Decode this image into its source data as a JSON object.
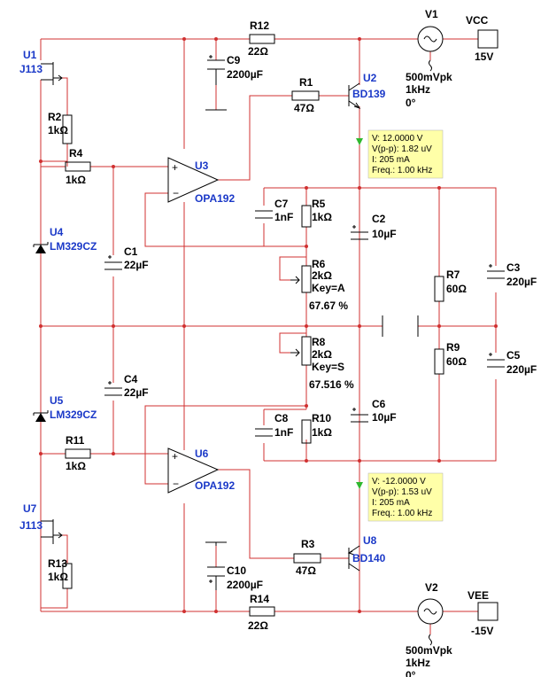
{
  "components": {
    "u1": {
      "ref": "U1",
      "part": "J113"
    },
    "r2": {
      "ref": "R2",
      "value": "1kΩ"
    },
    "r4": {
      "ref": "R4",
      "value": "1kΩ"
    },
    "u4": {
      "ref": "U4",
      "part": "LM329CZ"
    },
    "c1": {
      "ref": "C1",
      "value": "22µF"
    },
    "u3": {
      "ref": "U3",
      "part": "OPA192"
    },
    "r12": {
      "ref": "R12",
      "value": "22Ω"
    },
    "c9": {
      "ref": "C9",
      "value": "2200µF"
    },
    "r1": {
      "ref": "R1",
      "value": "47Ω"
    },
    "u2": {
      "ref": "U2",
      "part": "BD139"
    },
    "v1": {
      "ref": "V1",
      "amplitude": "500mVpk",
      "freq": "1kHz",
      "phase": "0°"
    },
    "vcc": {
      "label": "VCC",
      "value": "15V"
    },
    "c7": {
      "ref": "C7",
      "value": "1nF"
    },
    "r5": {
      "ref": "R5",
      "value": "1kΩ"
    },
    "c2": {
      "ref": "C2",
      "value": "10µF"
    },
    "r6": {
      "ref": "R6",
      "value": "2kΩ",
      "key": "Key=A",
      "percent": "67.67 %"
    },
    "r7": {
      "ref": "R7",
      "value": "60Ω"
    },
    "c3": {
      "ref": "C3",
      "value": "220µF"
    },
    "r8": {
      "ref": "R8",
      "value": "2kΩ",
      "key": "Key=S",
      "percent": "67.516 %"
    },
    "r9": {
      "ref": "R9",
      "value": "60Ω"
    },
    "c5": {
      "ref": "C5",
      "value": "220µF"
    },
    "u5": {
      "ref": "U5",
      "part": "LM329CZ"
    },
    "c4": {
      "ref": "C4",
      "value": "22µF"
    },
    "c6": {
      "ref": "C6",
      "value": "10µF"
    },
    "c8": {
      "ref": "C8",
      "value": "1nF"
    },
    "r10": {
      "ref": "R10",
      "value": "1kΩ"
    },
    "r11": {
      "ref": "R11",
      "value": "1kΩ"
    },
    "u6": {
      "ref": "U6",
      "part": "OPA192"
    },
    "u7": {
      "ref": "U7",
      "part": "J113"
    },
    "r13": {
      "ref": "R13",
      "value": "1kΩ"
    },
    "c10": {
      "ref": "C10",
      "value": "2200µF"
    },
    "r3": {
      "ref": "R3",
      "value": "47Ω"
    },
    "u8": {
      "ref": "U8",
      "part": "BD140"
    },
    "r14": {
      "ref": "R14",
      "value": "22Ω"
    },
    "v2": {
      "ref": "V2",
      "amplitude": "500mVpk",
      "freq": "1kHz",
      "phase": "0°"
    },
    "vee": {
      "label": "VEE",
      "value": "-15V"
    }
  },
  "probes": {
    "top": {
      "v": "V: 12.0000 V",
      "vpp": "V(p-p): 1.82 uV",
      "i": "I: 205 mA",
      "freq": "Freq.: 1.00 kHz"
    },
    "bottom": {
      "v": "V: -12.0000 V",
      "vpp": "V(p-p): 1.53 uV",
      "i": "I: 205 mA",
      "freq": "Freq.: 1.00 kHz"
    }
  },
  "colors": {
    "wire": "#d03030",
    "label": "#1b39c8",
    "probe_bg": "#ffffa8",
    "probe_marker": "#2fb82f"
  }
}
